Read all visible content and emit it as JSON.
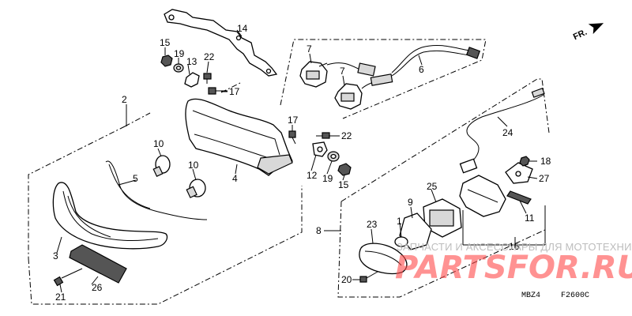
{
  "diagram": {
    "direction_label": "FR.",
    "callouts": [
      "1",
      "2",
      "3",
      "4",
      "5",
      "6",
      "7",
      "8",
      "9",
      "10",
      "11",
      "12",
      "13",
      "14",
      "15",
      "16",
      "17",
      "18",
      "19",
      "20",
      "21",
      "22",
      "23",
      "24",
      "25",
      "26",
      "27"
    ],
    "diagram_code": "MBZ4",
    "figure_code": "F2600C"
  },
  "watermark": {
    "tagline": "ЗАПЧАСТИ И АКСЕССУАРЫ ДЛЯ МОТОТЕХНИКИ",
    "logo": "PARTSFOR.RU"
  }
}
